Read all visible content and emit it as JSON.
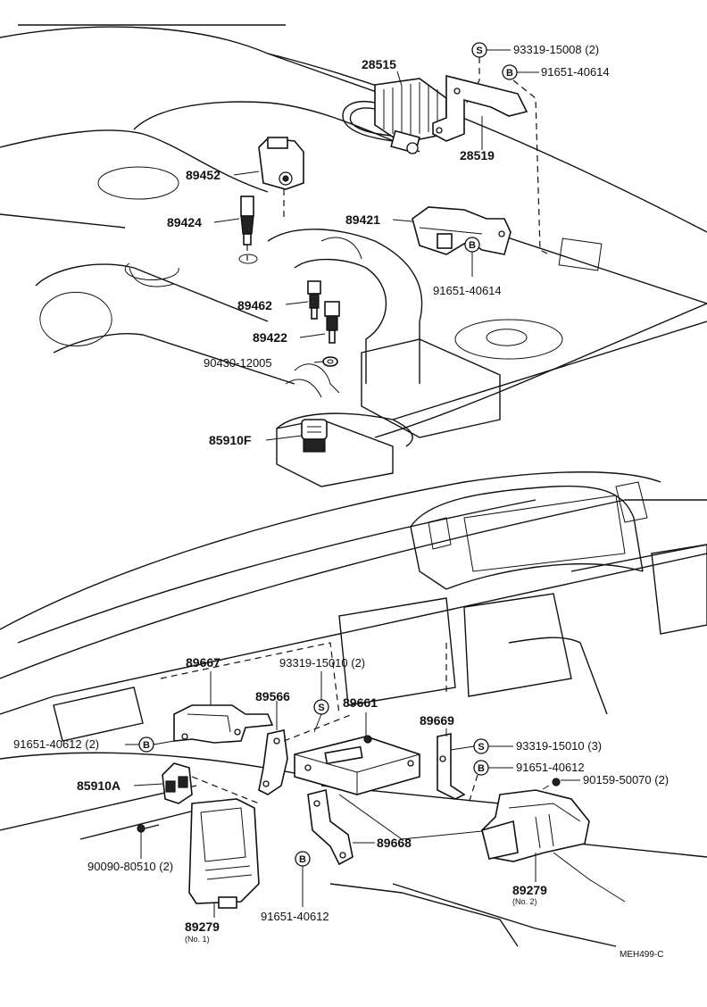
{
  "labels": {
    "p28515": "28515",
    "p93319_15008": "93319-15008 (2)",
    "p91651_40614_top": "91651-40614",
    "p28519": "28519",
    "p89452": "89452",
    "p89424": "89424",
    "p89421": "89421",
    "p91651_40614_mid": "91651-40614",
    "p89462": "89462",
    "p89422": "89422",
    "p90430_12005": "90430-12005",
    "p85910F": "85910F",
    "p89667": "89667",
    "p93319_15010_2": "93319-15010 (2)",
    "p89566": "89566",
    "p89661": "89661",
    "p89669": "89669",
    "p91651_40612_left": "91651-40612 (2)",
    "p93319_15010_3": "93319-15010 (3)",
    "p91651_40612_right": "91651-40612",
    "p90159_50070": "90159-50070 (2)",
    "p85910A": "85910A",
    "p89668": "89668",
    "p90090_80510": "90090-80510 (2)",
    "p89279_no2": "89279",
    "p89279_no2_sub": "(No. 2)",
    "p91651_40612_bottom": "91651-40612",
    "p89279_no1": "89279",
    "p89279_no1_sub": "(No. 1)",
    "ref_code": "MEH499-C"
  },
  "symbols": {
    "screw": "S",
    "bolt": "B"
  }
}
